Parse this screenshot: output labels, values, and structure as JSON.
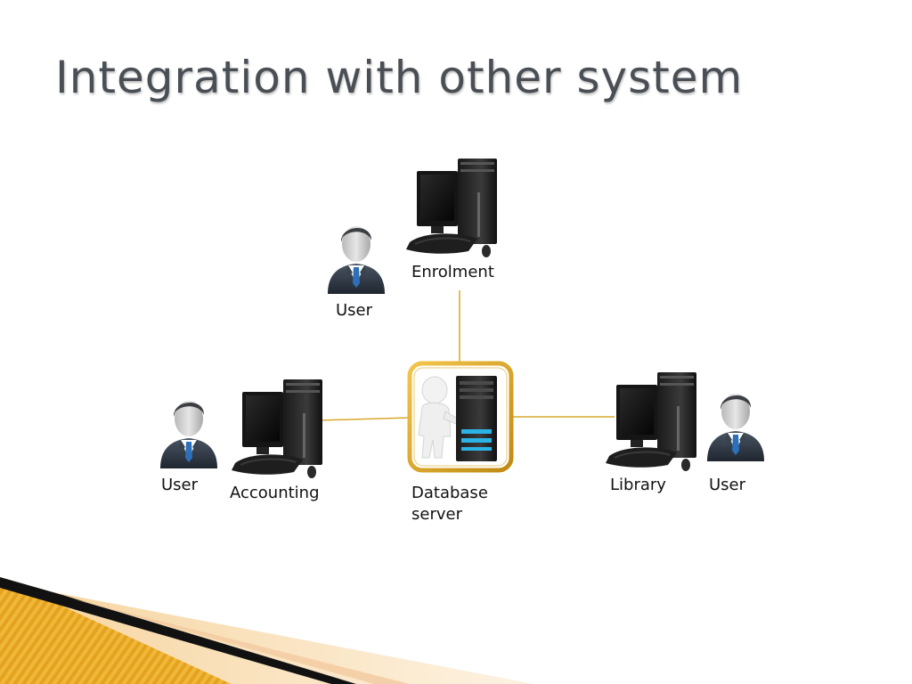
{
  "slide": {
    "title": "Integration with other system",
    "accent_color": "#c8961a"
  },
  "diagram": {
    "nodes": {
      "enrolment": {
        "label": "Enrolment",
        "icon": "desktop-computer-icon"
      },
      "enrolment_user": {
        "label": "User",
        "icon": "user-icon"
      },
      "database_server": {
        "label_line1": "Database",
        "label_line2": "server",
        "icon": "database-server-icon"
      },
      "accounting": {
        "label": "Accounting",
        "icon": "desktop-computer-icon"
      },
      "accounting_user": {
        "label": "User",
        "icon": "user-icon"
      },
      "library": {
        "label": "Library",
        "icon": "desktop-computer-icon"
      },
      "library_user": {
        "label": "User",
        "icon": "user-icon"
      }
    },
    "connections": [
      {
        "from": "enrolment",
        "to": "database_server"
      },
      {
        "from": "accounting",
        "to": "database_server"
      },
      {
        "from": "library",
        "to": "database_server"
      }
    ]
  }
}
